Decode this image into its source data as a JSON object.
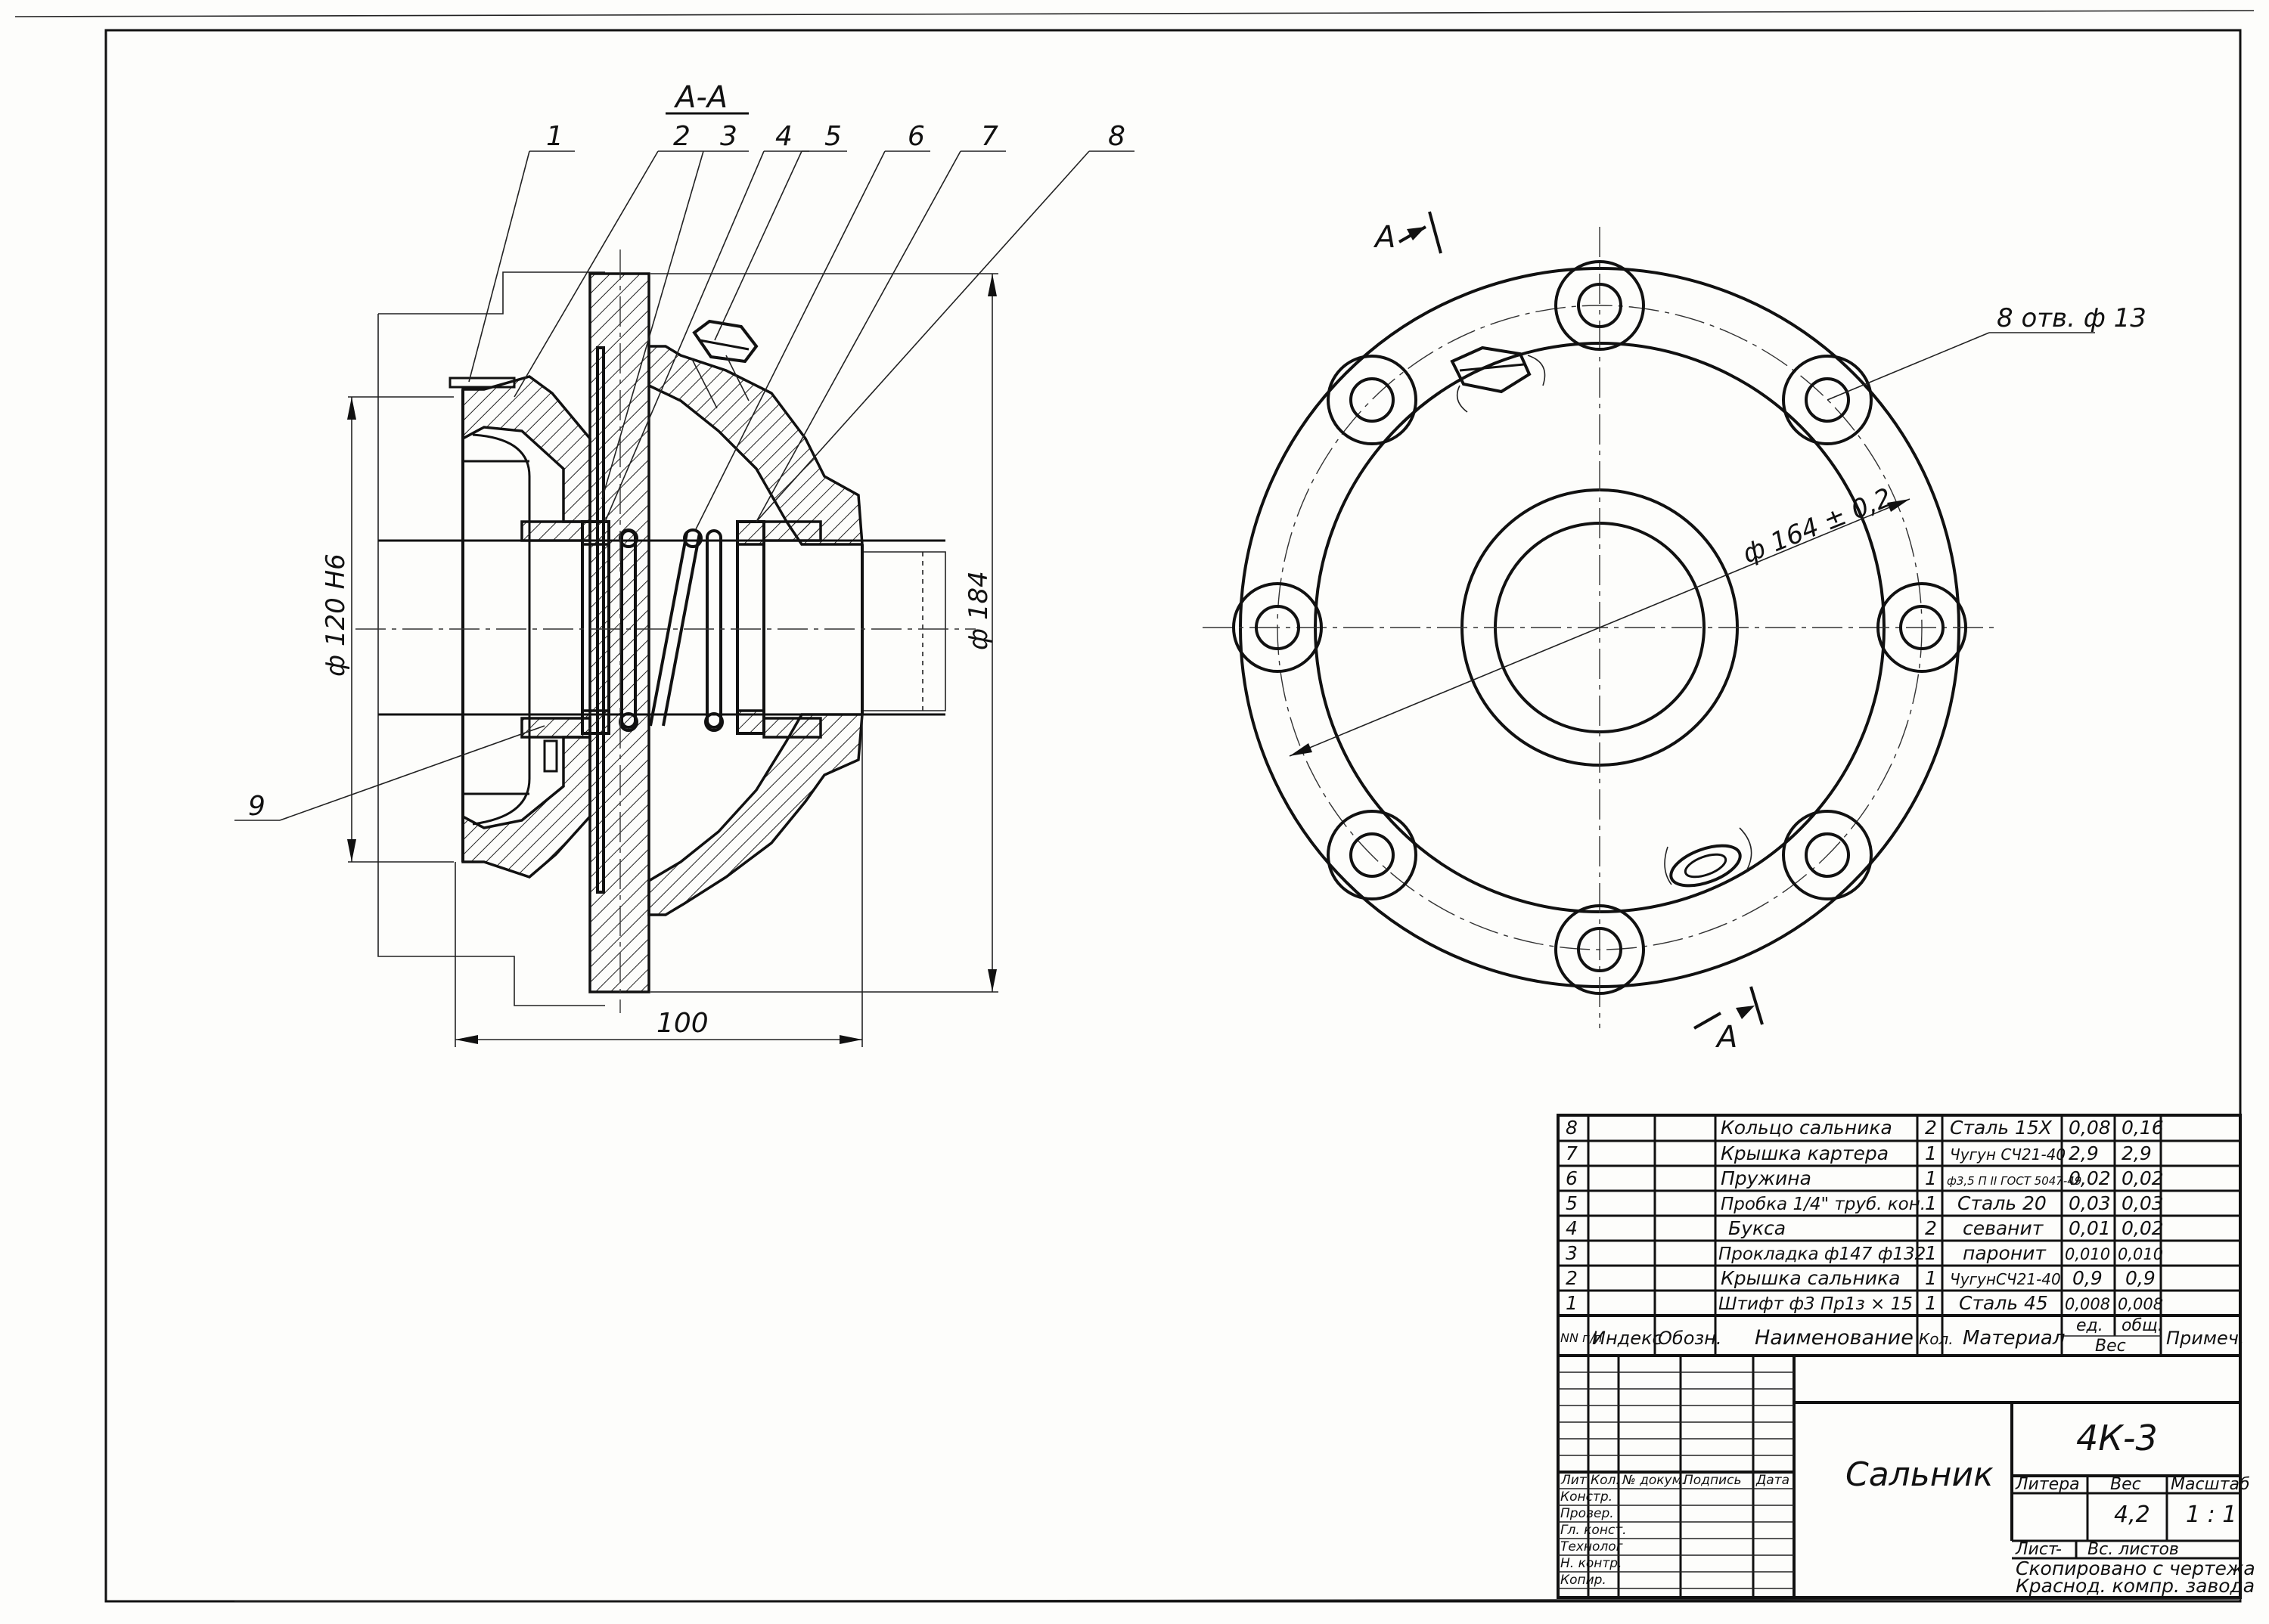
{
  "drawing": {
    "section_label": "А-А",
    "view_marker": "А",
    "callouts": [
      "1",
      "2",
      "3",
      "4",
      "5",
      "6",
      "7",
      "8",
      "9"
    ],
    "dimensions": {
      "bore": "ф 120 Н6",
      "width": "100",
      "outer": "ф 184",
      "bolt_circle": "ф 164 ± 0,2",
      "holes": "8 отв. ф 13"
    }
  },
  "bom": {
    "rows": [
      {
        "pos": "8",
        "name": "Кольцо сальника",
        "qty": "2",
        "material": "Сталь 15Х",
        "mass_unit": "0,08",
        "mass_total": "0,16"
      },
      {
        "pos": "7",
        "name": "Крышка картера",
        "qty": "1",
        "material": "Чугун СЧ21-40",
        "mass_unit": "2,9",
        "mass_total": "2,9"
      },
      {
        "pos": "6",
        "name": "Пружина",
        "qty": "1",
        "material": "ф3,5 П II ГОСТ 5047-49",
        "mass_unit": "0,02",
        "mass_total": "0,02"
      },
      {
        "pos": "5",
        "name": "Пробка 1/4\" труб. кон.",
        "qty": "1",
        "material": "Сталь 20",
        "mass_unit": "0,03",
        "mass_total": "0,03"
      },
      {
        "pos": "4",
        "name": "Букса",
        "qty": "2",
        "material": "севанит",
        "mass_unit": "0,01",
        "mass_total": "0,02"
      },
      {
        "pos": "3",
        "name": "Прокладка ф147 ф132",
        "qty": "1",
        "material": "паронит",
        "mass_unit": "0,010",
        "mass_total": "0,010"
      },
      {
        "pos": "2",
        "name": "Крышка сальника",
        "qty": "1",
        "material": "ЧугунСЧ21-40",
        "mass_unit": "0,9",
        "mass_total": "0,9"
      },
      {
        "pos": "1",
        "name": "Штифт ф3 Пр1з × 15",
        "qty": "1",
        "material": "Сталь 45",
        "mass_unit": "0,008",
        "mass_total": "0,008"
      }
    ],
    "headers": {
      "pos": "NN п/п",
      "index": "Индекс",
      "designation": "Обозн.",
      "name": "Наименование",
      "qty": "Кол.",
      "material": "Материал",
      "mass_unit": "ед.",
      "mass_total": "общ.",
      "mass": "Вес",
      "note": "Примеч."
    }
  },
  "title_block": {
    "code": "4К-3",
    "title": "Сальник",
    "col_headers": [
      "Лит.",
      "Кол.",
      "№ докум.",
      "Подпись",
      "Дата"
    ],
    "roles": [
      "Констр.",
      "Провер.",
      "Гл. конст.",
      "Технолог",
      "Н. контр.",
      "Копир."
    ],
    "litera_label": "Литера",
    "mass_label": "Вес",
    "scale_label": "Масштаб",
    "mass_value": "4,2",
    "scale_value": "1 : 1",
    "sheet_label": "Лист",
    "sheet_value": "-",
    "sheets_label": "Вс. листов",
    "note_line1": "Скопировано с чертежа",
    "note_line2": "Краснод. компр. завода"
  }
}
